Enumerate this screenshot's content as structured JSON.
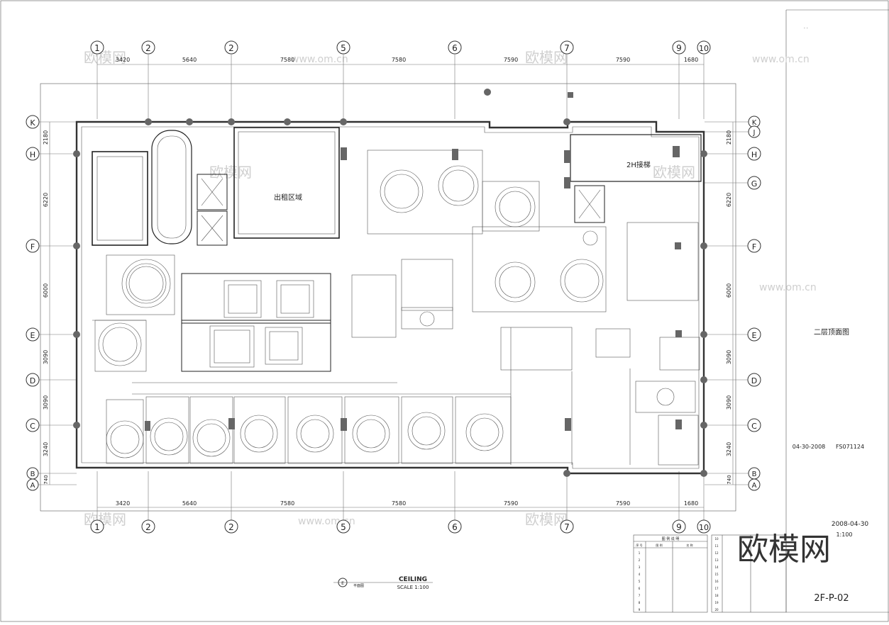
{
  "drawing": {
    "grid_top": [
      "1",
      "2",
      "2",
      "5",
      "6",
      "7",
      "9",
      "10"
    ],
    "grid_bottom": [
      "1",
      "2",
      "2",
      "5",
      "6",
      "7",
      "9",
      "10"
    ],
    "grid_left": [
      "K",
      "H",
      "F",
      "E",
      "D",
      "C",
      "B",
      "A"
    ],
    "grid_right": [
      "K",
      "J",
      "H",
      "G",
      "F",
      "E",
      "D",
      "C",
      "B",
      "A"
    ],
    "dims_top": [
      "3420",
      "5640",
      "7580",
      "7580",
      "7590",
      "7590",
      "1680"
    ],
    "dims_bottom": [
      "3420",
      "5640",
      "7580",
      "7580",
      "7590",
      "7590",
      "1680"
    ],
    "dims_left": [
      "2180",
      "6220",
      "6000",
      "3090",
      "3090",
      "3240",
      "740"
    ],
    "dims_right": [
      "2180",
      "6220",
      "6000",
      "3090",
      "3090",
      "3240",
      "740"
    ],
    "room_label_1": "出租区域",
    "room_label_2": "2H接梯",
    "drawing_title": "CEILING",
    "scale": "SCALE 1:100",
    "title_bubble": "E",
    "title_bubble_sub": "平面图"
  },
  "title_block": {
    "marks": "· ·",
    "sheet_name": "二层顶面图",
    "date_code": "04-30-2008",
    "project_code": "FS071124",
    "date2": "2008-04-30",
    "scale2": "1:100",
    "sheet_no": "2F-P-02",
    "watermark_logo": "欧模网"
  },
  "legend": {
    "title": "图 例 说 明",
    "headers": [
      "序 号",
      "图 例",
      "名 称"
    ],
    "rows_left": [
      "1",
      "2",
      "3",
      "4",
      "5",
      "6",
      "7",
      "8",
      "9"
    ],
    "rows_right": [
      "10",
      "11",
      "12",
      "13",
      "14",
      "15",
      "16",
      "17",
      "18",
      "19",
      "20"
    ]
  },
  "watermarks": [
    "欧模网",
    "www.om.cn"
  ]
}
